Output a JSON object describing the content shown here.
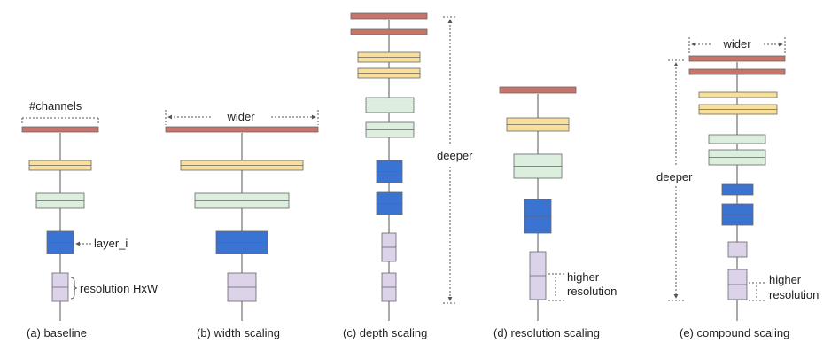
{
  "colors": {
    "red": "#c9746a",
    "yellow": "#f9e09a",
    "green": "#dceedd",
    "blue": "#3a73d1",
    "lavender": "#dcd3ea",
    "stroke": "#666666",
    "line": "#555555"
  },
  "panels": {
    "a": {
      "caption": "(a) baseline",
      "top_label": "#channels",
      "layer_label": "layer_i",
      "res_label": "resolution HxW"
    },
    "b": {
      "caption": "(b) width scaling",
      "wide_label": "wider"
    },
    "c": {
      "caption": "(c) depth scaling",
      "deep_label": "deeper"
    },
    "d": {
      "caption": "(d) resolution scaling",
      "res_label_1": "higher",
      "res_label_2": "resolution"
    },
    "e": {
      "caption": "(e) compound scaling",
      "wide_label": "wider",
      "deep_label": "deeper",
      "res_label_1": "higher",
      "res_label_2": "resolution"
    }
  }
}
